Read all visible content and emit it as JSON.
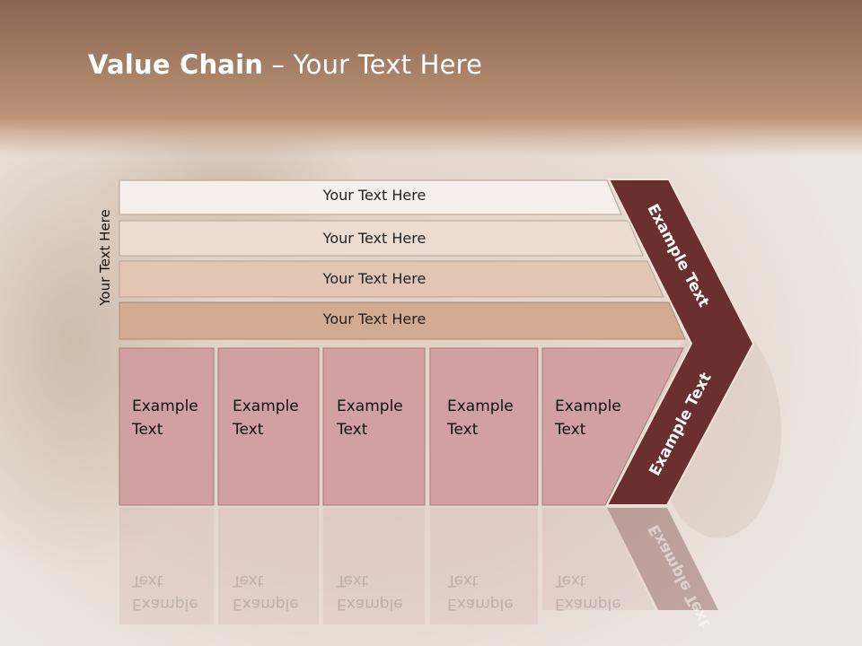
{
  "slide": {
    "title_bold": "Value Chain",
    "title_rest": " – Your Text Here",
    "side_label": "Your Text Here",
    "bands": [
      "Your Text Here",
      "Your Text Here",
      "Your Text Here",
      "Your Text Here"
    ],
    "columns": [
      {
        "line1": "Example",
        "line2": "Text"
      },
      {
        "line1": "Example",
        "line2": "Text"
      },
      {
        "line1": "Example",
        "line2": "Text"
      },
      {
        "line1": "Example",
        "line2": "Text"
      },
      {
        "line1": "Example",
        "line2": "Text"
      }
    ],
    "chevron_upper": "Example Text",
    "chevron_lower": "Example Text"
  },
  "colors": {
    "header_top": "#8c6a50",
    "header_bottom": "#c0977a",
    "band1": "#f6efea",
    "band2": "#ecdcd2",
    "band3": "#e2c6b5",
    "band4": "#d2ab91",
    "column": "#d0a0a2",
    "chevron": "#6b2f2f"
  }
}
